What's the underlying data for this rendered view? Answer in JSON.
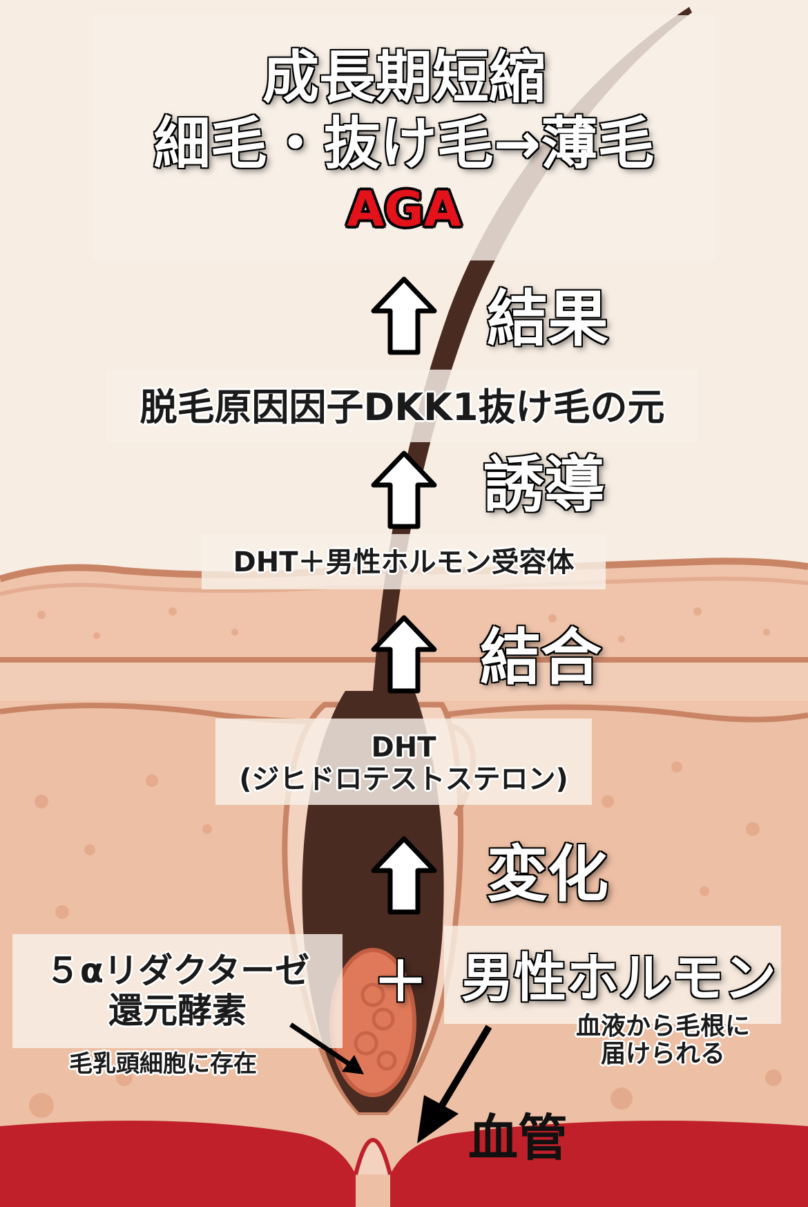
{
  "title": {
    "line1": "成長期短縮",
    "line2": "細毛・抜け毛→薄毛",
    "aga": "AGA"
  },
  "steps": {
    "result_label": "結果",
    "dkk1_text": "脱毛原因因子DKK1抜け毛の元",
    "induction_label": "誘導",
    "receptor_text": "DHT＋男性ホルモン受容体",
    "binding_label": "結合",
    "dht_line1": "DHT",
    "dht_line2": "(ジヒドロテストステロン)",
    "change_label": "変化"
  },
  "inputs": {
    "enzyme_line1": "５αリダクターゼ",
    "enzyme_line2": "還元酵素",
    "enzyme_note": "毛乳頭細胞に存在",
    "plus": "＋",
    "hormone": "男性ホルモン",
    "hormone_note_line1": "血液から毛根に",
    "hormone_note_line2": "届けられる",
    "vessel_label": "血管"
  },
  "colors": {
    "background": "#f7ede3",
    "skin": "#e9a98a",
    "skin_line": "#c87a5b",
    "hair": "#4a2b22",
    "papilla": "#e0795a",
    "blood": "#c0202a",
    "accent_red": "#e3121b"
  }
}
